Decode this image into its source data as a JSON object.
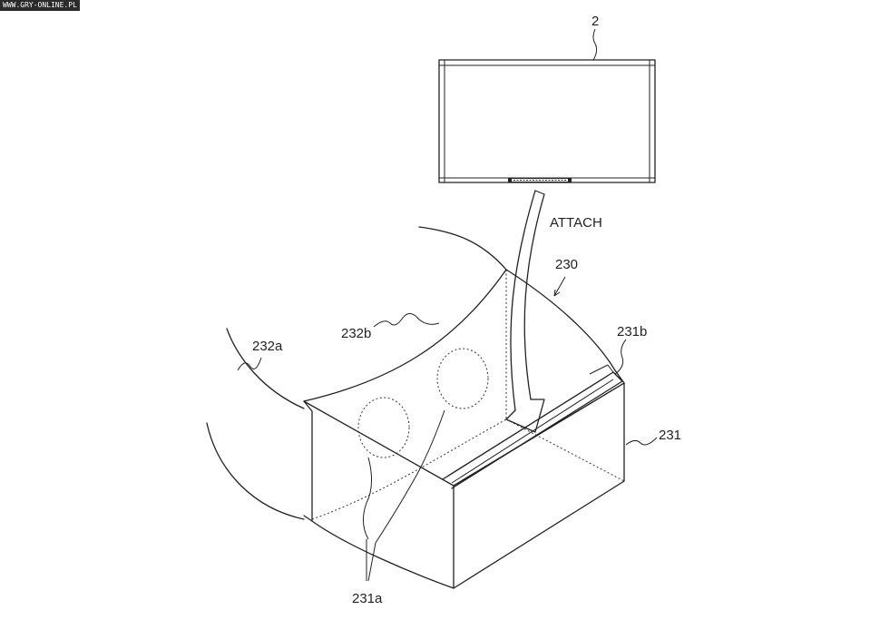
{
  "watermark": "WWW.GRY-ONLINE.PL",
  "labels": {
    "device": "2",
    "attach": "ATTACH",
    "viewer": "230",
    "slot": "231b",
    "housing": "231",
    "lenses": "231a",
    "strap_left": "232a",
    "strap_top": "232b"
  }
}
